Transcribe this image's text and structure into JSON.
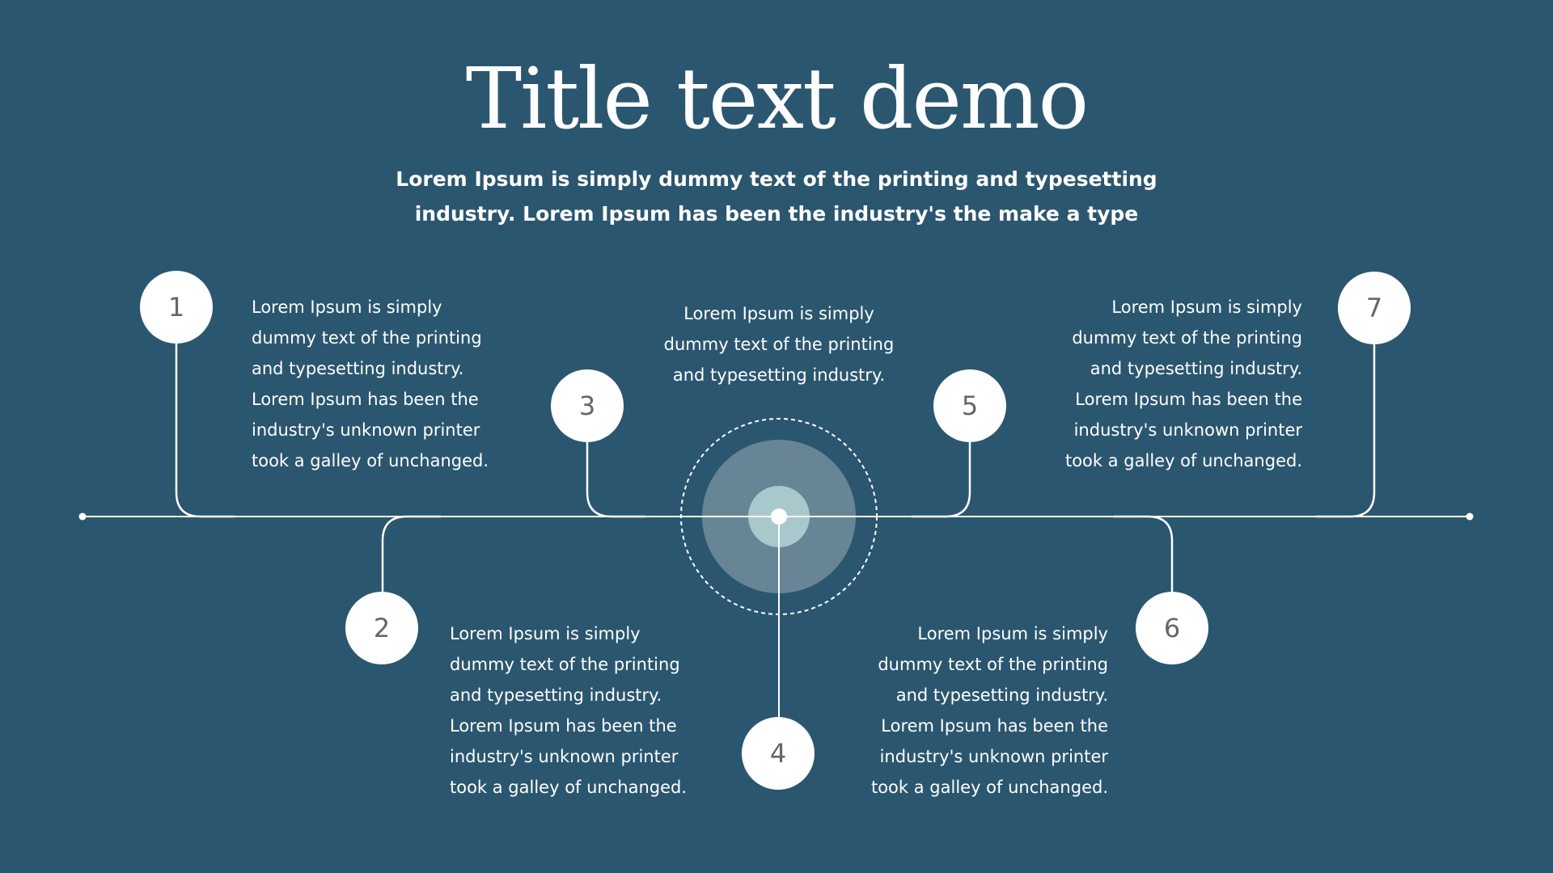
{
  "slide": {
    "title": "Title text demo",
    "subtitle": [
      "Lorem Ipsum is simply dummy text of the printing and typesetting",
      "industry. Lorem Ipsum has been the industry's the make a type"
    ],
    "colors": {
      "background": "#2b566f",
      "line": "#ffffff",
      "node_fill": "#ffffff",
      "node_number": "#666666",
      "hub_outer": "#688596",
      "hub_inner": "#a8c8cc",
      "hub_dot": "#ffffff"
    }
  },
  "steps": [
    {
      "number": "1",
      "lines": [
        "Lorem Ipsum is simply",
        "dummy text of the printing",
        "and typesetting industry.",
        "Lorem Ipsum has been the",
        "industry's unknown printer",
        "took a galley of unchanged."
      ]
    },
    {
      "number": "2",
      "lines": [
        "Lorem Ipsum is simply",
        "dummy text of the printing",
        "and typesetting industry.",
        "Lorem Ipsum has been the",
        "industry's unknown printer",
        "took a galley of unchanged."
      ]
    },
    {
      "number": "3",
      "lines": [
        "Lorem Ipsum is simply",
        "dummy text of the printing",
        "and typesetting industry."
      ]
    },
    {
      "number": "4",
      "lines": []
    },
    {
      "number": "5",
      "lines": []
    },
    {
      "number": "6",
      "lines": [
        "Lorem Ipsum is simply",
        "dummy text of the printing",
        "and typesetting industry.",
        "Lorem Ipsum has been the",
        "industry's unknown printer",
        "took a galley of unchanged."
      ]
    },
    {
      "number": "7",
      "lines": [
        "Lorem Ipsum is simply",
        "dummy text of the printing",
        "and typesetting industry.",
        "Lorem Ipsum has been the",
        "industry's unknown printer",
        "took a galley of unchanged."
      ]
    }
  ]
}
